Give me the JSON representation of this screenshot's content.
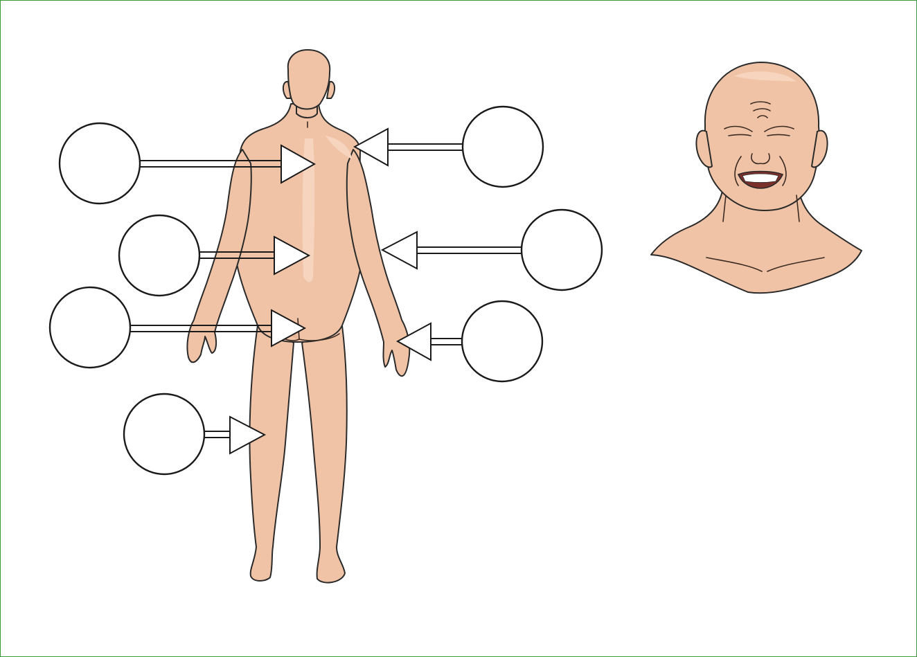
{
  "diagram": {
    "colors": {
      "skin": "#f0c3a6",
      "skin_highlight": "#f6d4bd",
      "skin_shadow": "#e4a98a",
      "outline": "#1a1a1a",
      "frame": "#3a9a3a",
      "callout_fill": "#ffffff"
    },
    "figures": [
      "body-posterior-view",
      "face-grimacing-in-pain"
    ],
    "callout_count": 7,
    "callouts": [
      {
        "label": "",
        "target": "upper-back",
        "side": "left"
      },
      {
        "label": "",
        "target": "lower-back",
        "side": "left"
      },
      {
        "label": "",
        "target": "buttocks",
        "side": "left"
      },
      {
        "label": "",
        "target": "thigh",
        "side": "left"
      },
      {
        "label": "",
        "target": "shoulder",
        "side": "right"
      },
      {
        "label": "",
        "target": "elbow",
        "side": "right"
      },
      {
        "label": "",
        "target": "hand",
        "side": "right"
      }
    ]
  }
}
